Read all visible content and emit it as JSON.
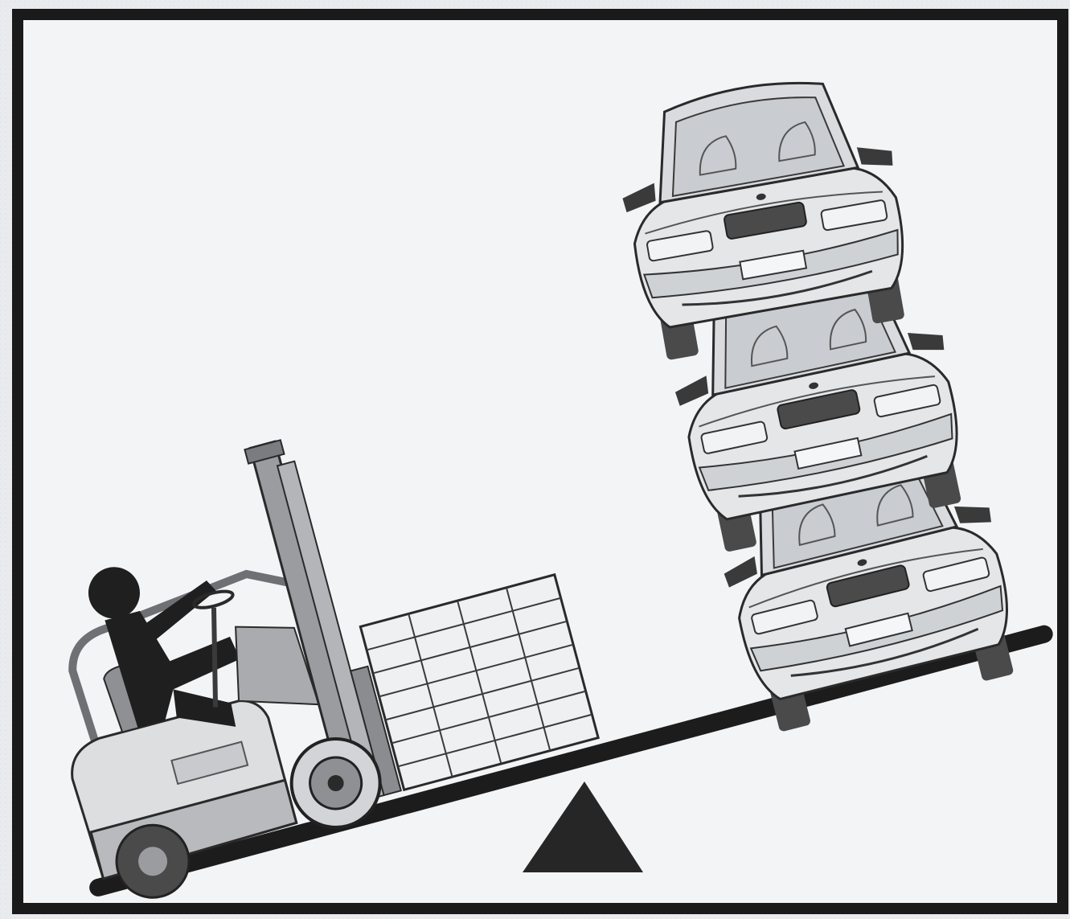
{
  "diagram": {
    "subject": "forklift-counterweight-balance",
    "elements": [
      "frame",
      "balance-beam",
      "fulcrum",
      "forklift",
      "operator",
      "pallet-load",
      "car-stack"
    ],
    "car_count": 3,
    "forklift_brand_text": "",
    "colors": {
      "background": "#e9ebee",
      "frame": "#1a1a1a",
      "beam": "#1c1c1c",
      "fulcrum": "#262626",
      "forklift_body": "#b8babd",
      "forklift_light": "#dcdee0",
      "mast": "#9a9ca0",
      "operator": "#1f1f1f",
      "car_body": "#e4e6e8",
      "car_shade": "#b9bcc0",
      "tire": "#4a4a4a"
    }
  }
}
